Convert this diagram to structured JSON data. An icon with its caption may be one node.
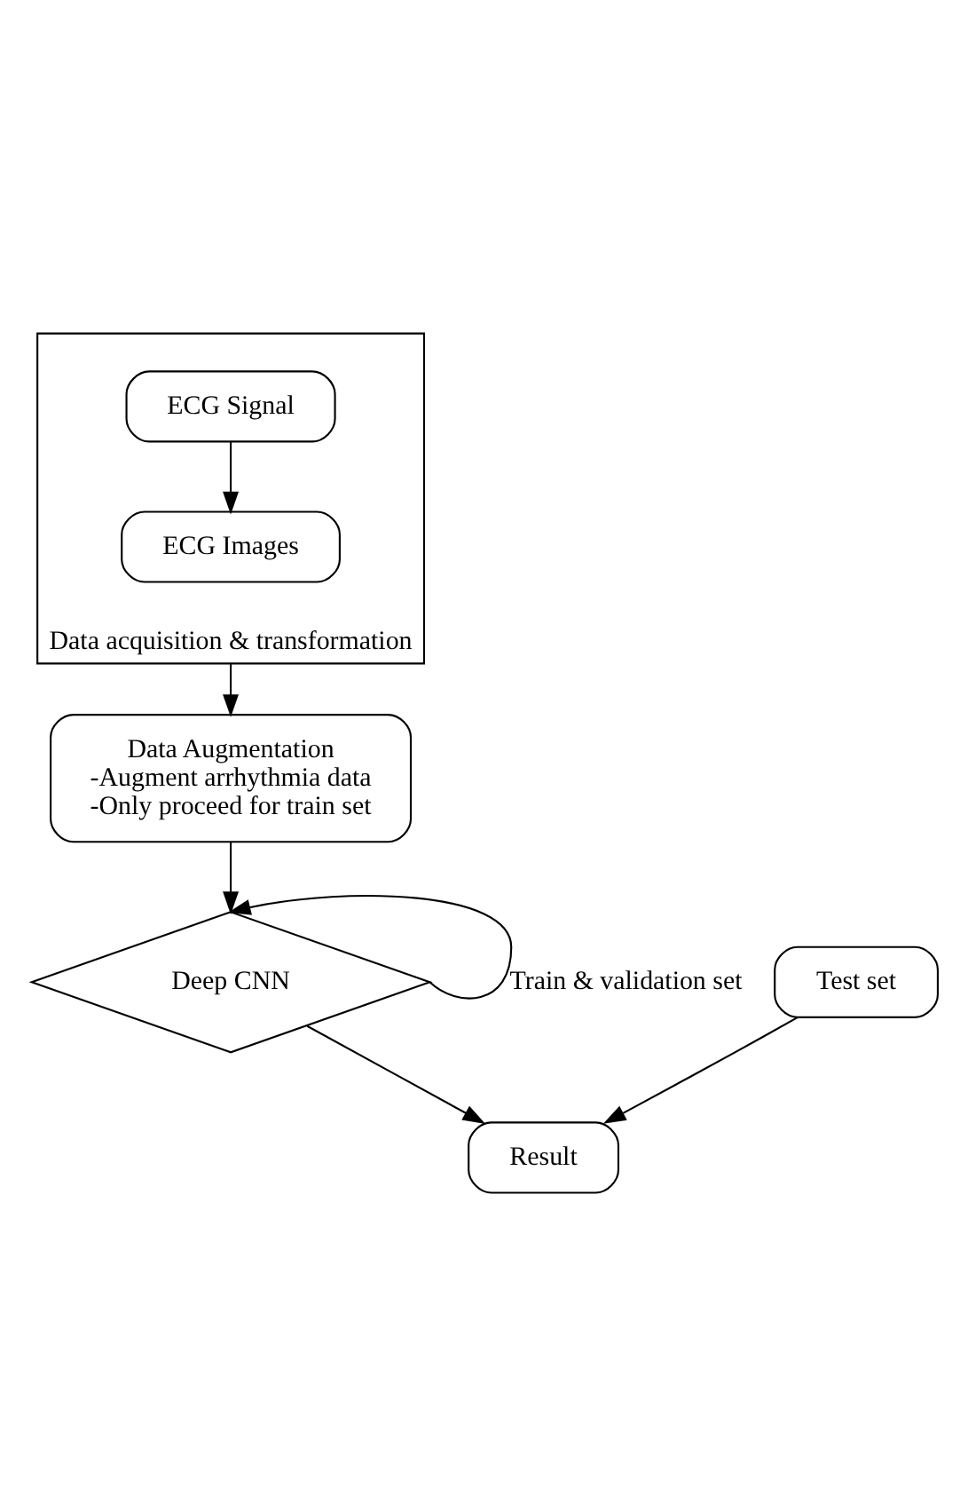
{
  "diagram": {
    "nodes": [
      {
        "text": [
          "Data acquisition & transformation"
        ]
      },
      {
        "text": [
          "ECG Signal"
        ],
        "in": 0
      },
      {
        "text": [
          "ECG Images"
        ],
        "in": 0
      },
      {
        "text": [
          "Data Augmentation",
          "-Augment arrhythmia data",
          "-Only proceed for train set"
        ]
      },
      {
        "text": [
          "Deep CNN"
        ]
      },
      {
        "text": [
          "Test set"
        ]
      },
      {
        "text": [
          "Result"
        ]
      }
    ],
    "edges": [
      {
        "from": 1,
        "to": 2,
        "arrow": "to"
      },
      {
        "from": 0,
        "to": 3,
        "arrow": "to"
      },
      {
        "from": 3,
        "to": 4,
        "arrow": "to"
      },
      {
        "from": 4,
        "to": 4,
        "arrow": "to",
        "label": "Train & validation set"
      },
      {
        "from": 4,
        "to": 6,
        "arrow": "to"
      },
      {
        "from": 5,
        "to": 6,
        "arrow": "to"
      }
    ]
  }
}
